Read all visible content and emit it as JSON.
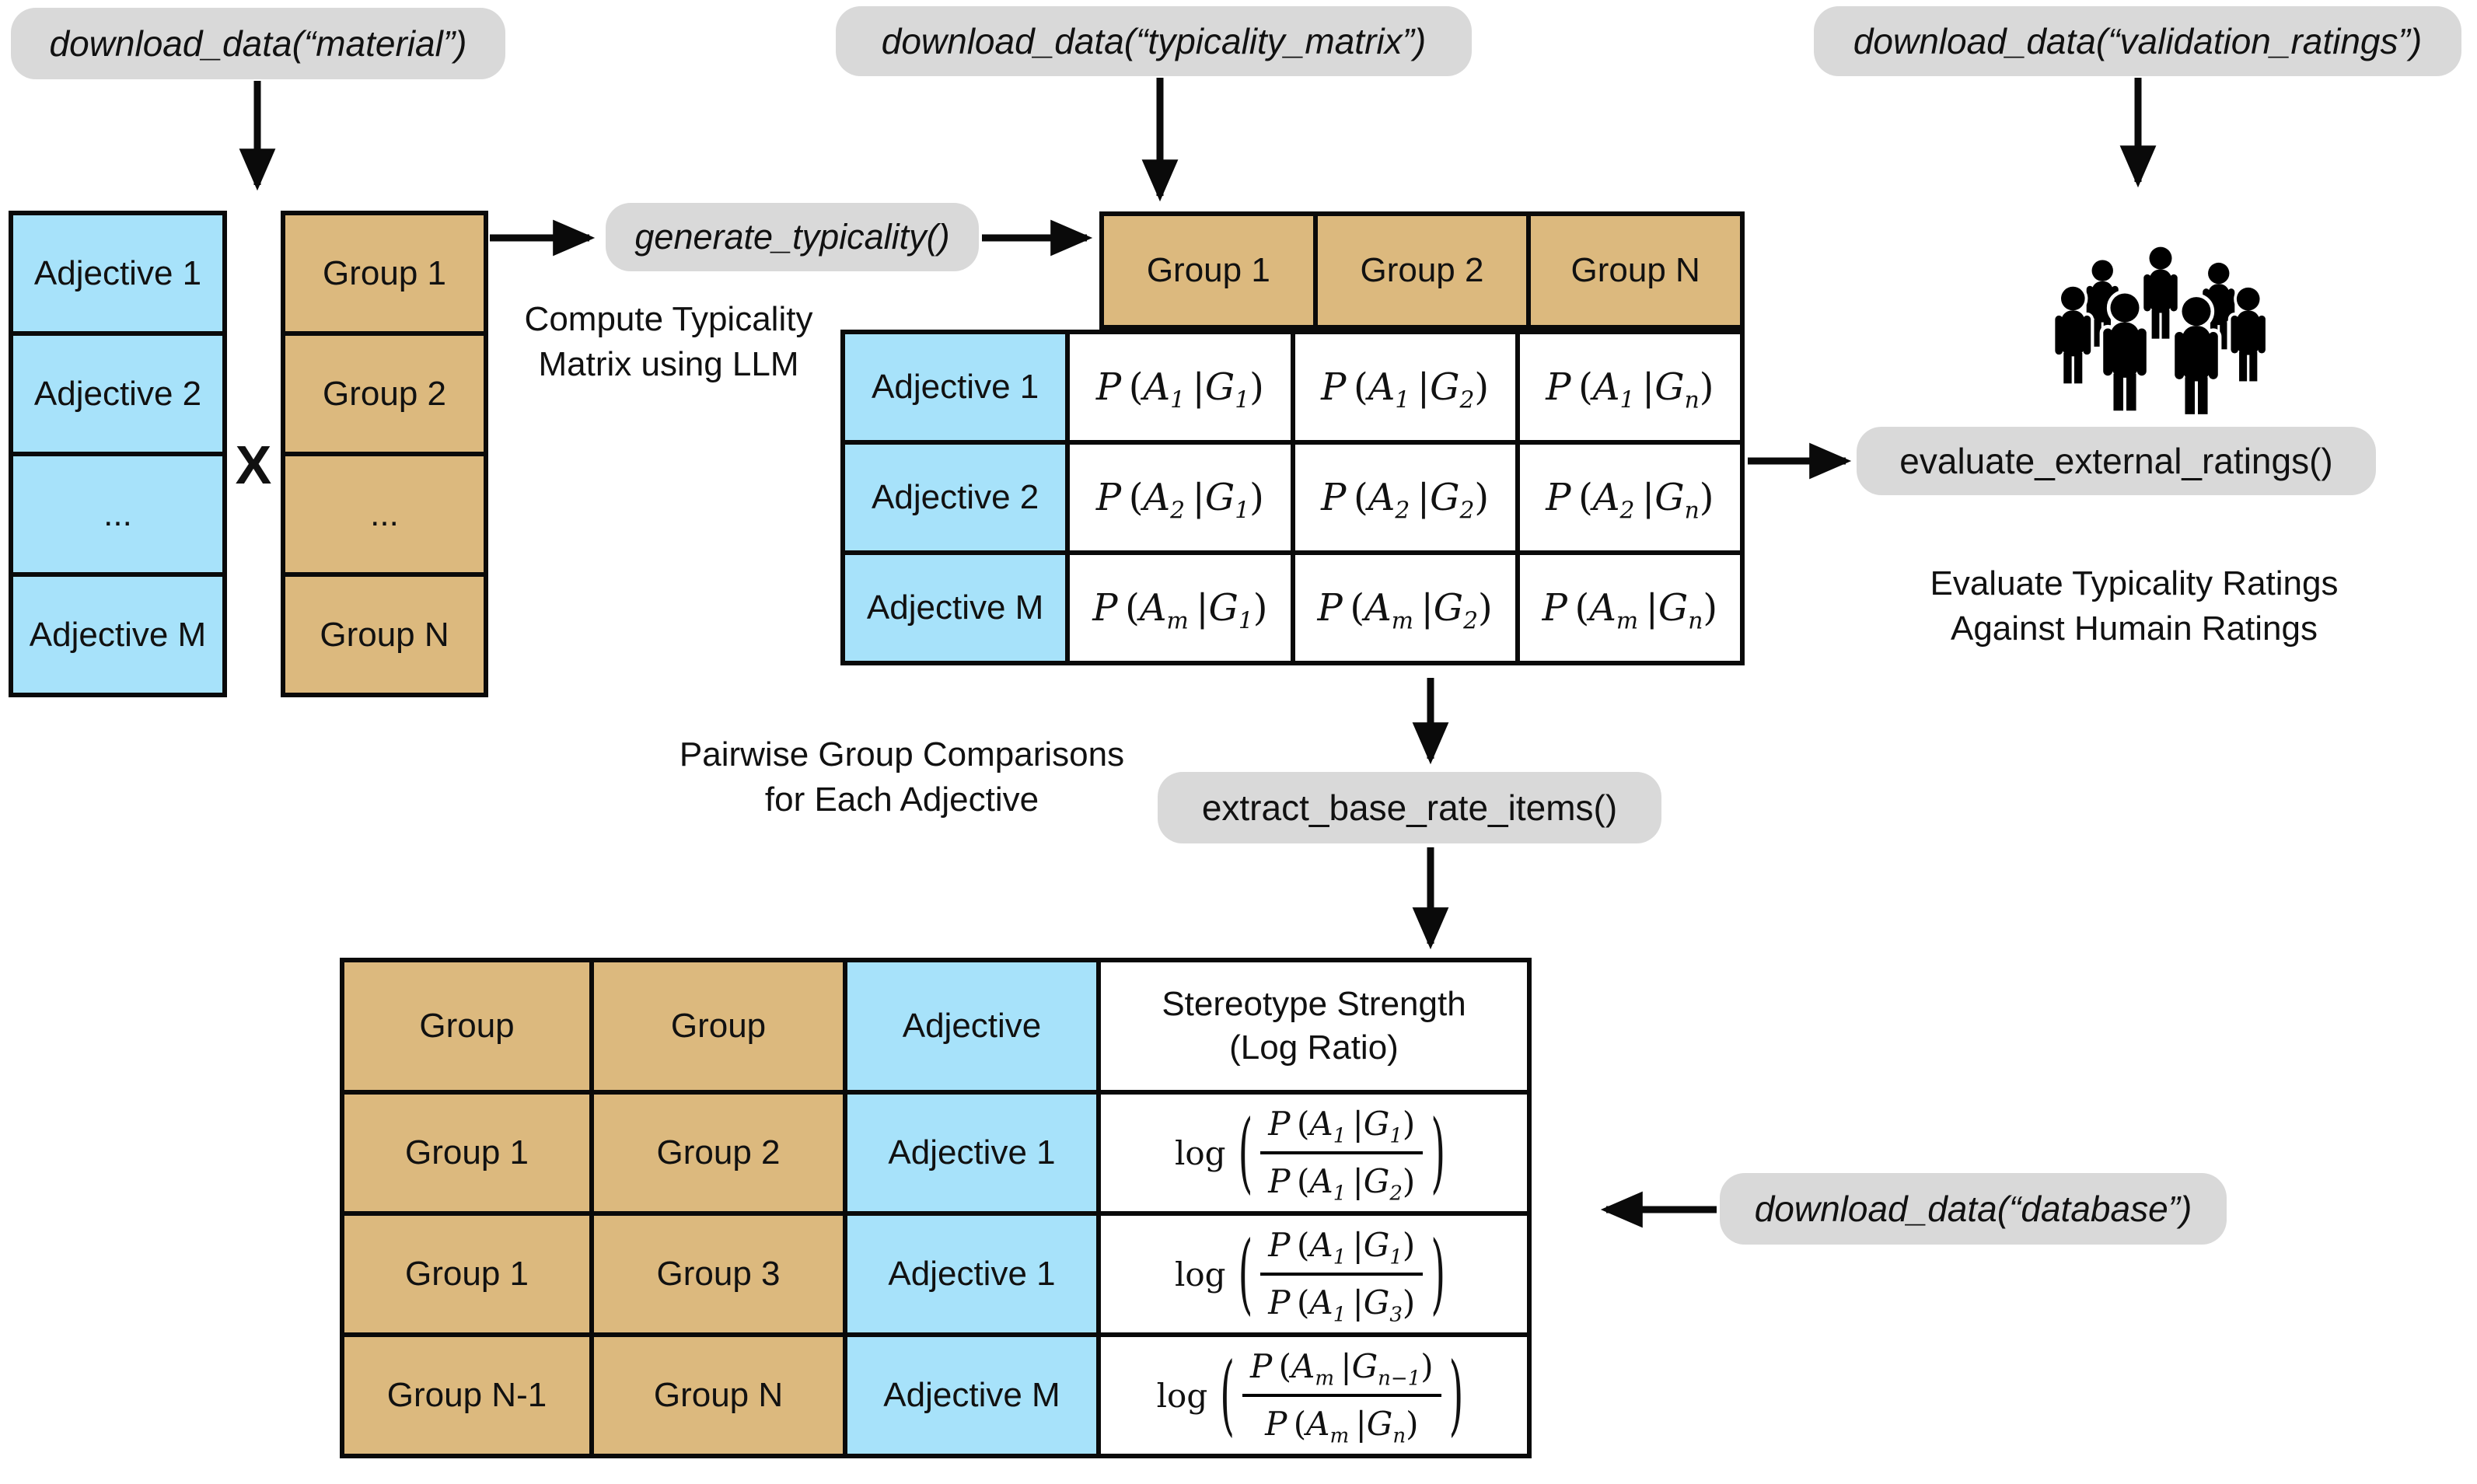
{
  "pills": {
    "material": "download_data(“material”)",
    "typicality_matrix": "download_data(“typicality_matrix”)",
    "validation_ratings": "download_data(“validation_ratings”)",
    "generate_typicality": "generate_typicality()",
    "evaluate_external_ratings": "evaluate_external_ratings()",
    "extract_base_rate_items": "extract_base_rate_items()",
    "database": "download_data(“database”)"
  },
  "captions": {
    "compute_typicality": "Compute Typicality\nMatrix using LLM",
    "pairwise": "Pairwise Group Comparisons\nfor Each Adjective",
    "evaluate": "Evaluate Typicality Ratings\nAgainst Humain Ratings"
  },
  "cross_operator": "X",
  "adjective_list": [
    "Adjective 1",
    "Adjective 2",
    "...",
    "Adjective M"
  ],
  "group_list": [
    "Group 1",
    "Group 2",
    "...",
    "Group N"
  ],
  "typicality_matrix": {
    "col_headers": [
      "Group 1",
      "Group 2",
      "Group N"
    ],
    "rows": [
      {
        "header": "Adjective 1",
        "cells": [
          {
            "a": "1",
            "g": "1"
          },
          {
            "a": "1",
            "g": "2"
          },
          {
            "a": "1",
            "g": "n"
          }
        ]
      },
      {
        "header": "Adjective 2",
        "cells": [
          {
            "a": "2",
            "g": "1"
          },
          {
            "a": "2",
            "g": "2"
          },
          {
            "a": "2",
            "g": "n"
          }
        ]
      },
      {
        "header": "Adjective M",
        "cells": [
          {
            "a": "m",
            "g": "1"
          },
          {
            "a": "m",
            "g": "2"
          },
          {
            "a": "m",
            "g": "n"
          }
        ]
      }
    ]
  },
  "base_rate_table": {
    "headers": [
      "Group",
      "Group",
      "Adjective",
      "Stereotype Strength\n(Log Ratio)"
    ],
    "rows": [
      {
        "group_a": "Group 1",
        "group_b": "Group 2",
        "adjective": "Adjective 1",
        "log_ratio": {
          "num": {
            "a": "1",
            "g": "1"
          },
          "den": {
            "a": "1",
            "g": "2"
          }
        }
      },
      {
        "group_a": "Group 1",
        "group_b": "Group 3",
        "adjective": "Adjective 1",
        "log_ratio": {
          "num": {
            "a": "1",
            "g": "1"
          },
          "den": {
            "a": "1",
            "g": "3"
          }
        }
      },
      {
        "group_a": "Group N-1",
        "group_b": "Group N",
        "adjective": "Adjective M",
        "log_ratio": {
          "num": {
            "a": "m",
            "g": "n−1"
          },
          "den": {
            "a": "m",
            "g": "n"
          }
        }
      }
    ]
  },
  "colors": {
    "adjective_blue": "#A7E2FA",
    "group_tan": "#DCB97E",
    "pill_gray": "#D9D9D9",
    "line_black": "#0A0A0A",
    "background": "#FFFFFF"
  }
}
